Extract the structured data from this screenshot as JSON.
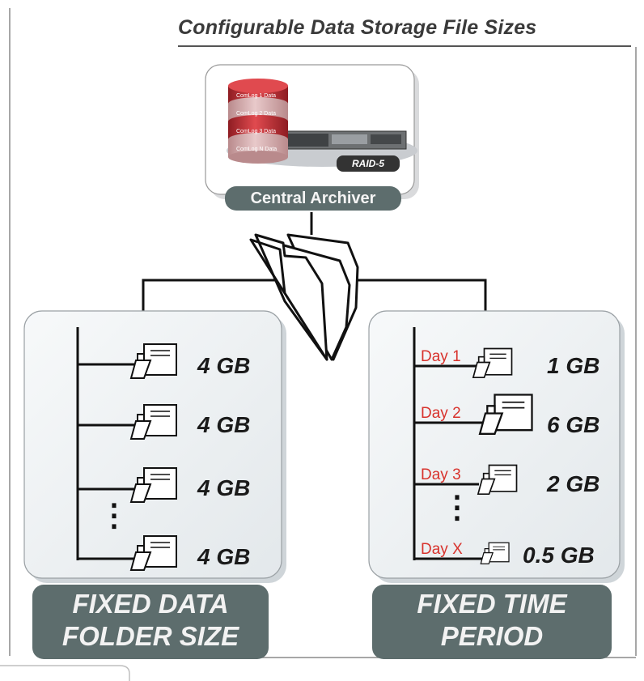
{
  "title": "Configurable Data Storage File Sizes",
  "archiver": {
    "label": "Central Archiver",
    "raid_label": "RAID-5",
    "drum_labels": [
      "ComLog 1 Data",
      "ComLog 2 Data",
      "ComLog 3 Data",
      "ComLog N Data"
    ]
  },
  "left_panel": {
    "caption_line1": "FIXED DATA",
    "caption_line2": "FOLDER SIZE",
    "sizes": [
      "4 GB",
      "4 GB",
      "4 GB",
      "4 GB"
    ],
    "ellipsis": "⋮"
  },
  "right_panel": {
    "caption_line1": "FIXED TIME",
    "caption_line2": "PERIOD",
    "days": [
      "Day 1",
      "Day 2",
      "Day 3",
      "Day X"
    ],
    "sizes": [
      "1 GB",
      "6 GB",
      "2 GB",
      "0.5 GB"
    ],
    "ellipsis": "⋮"
  },
  "colors": {
    "caption_bg": "#5d6d6d",
    "panel_bg": "#eef1f3",
    "day_red": "#d8322c",
    "drum_red": "#c0282e"
  }
}
